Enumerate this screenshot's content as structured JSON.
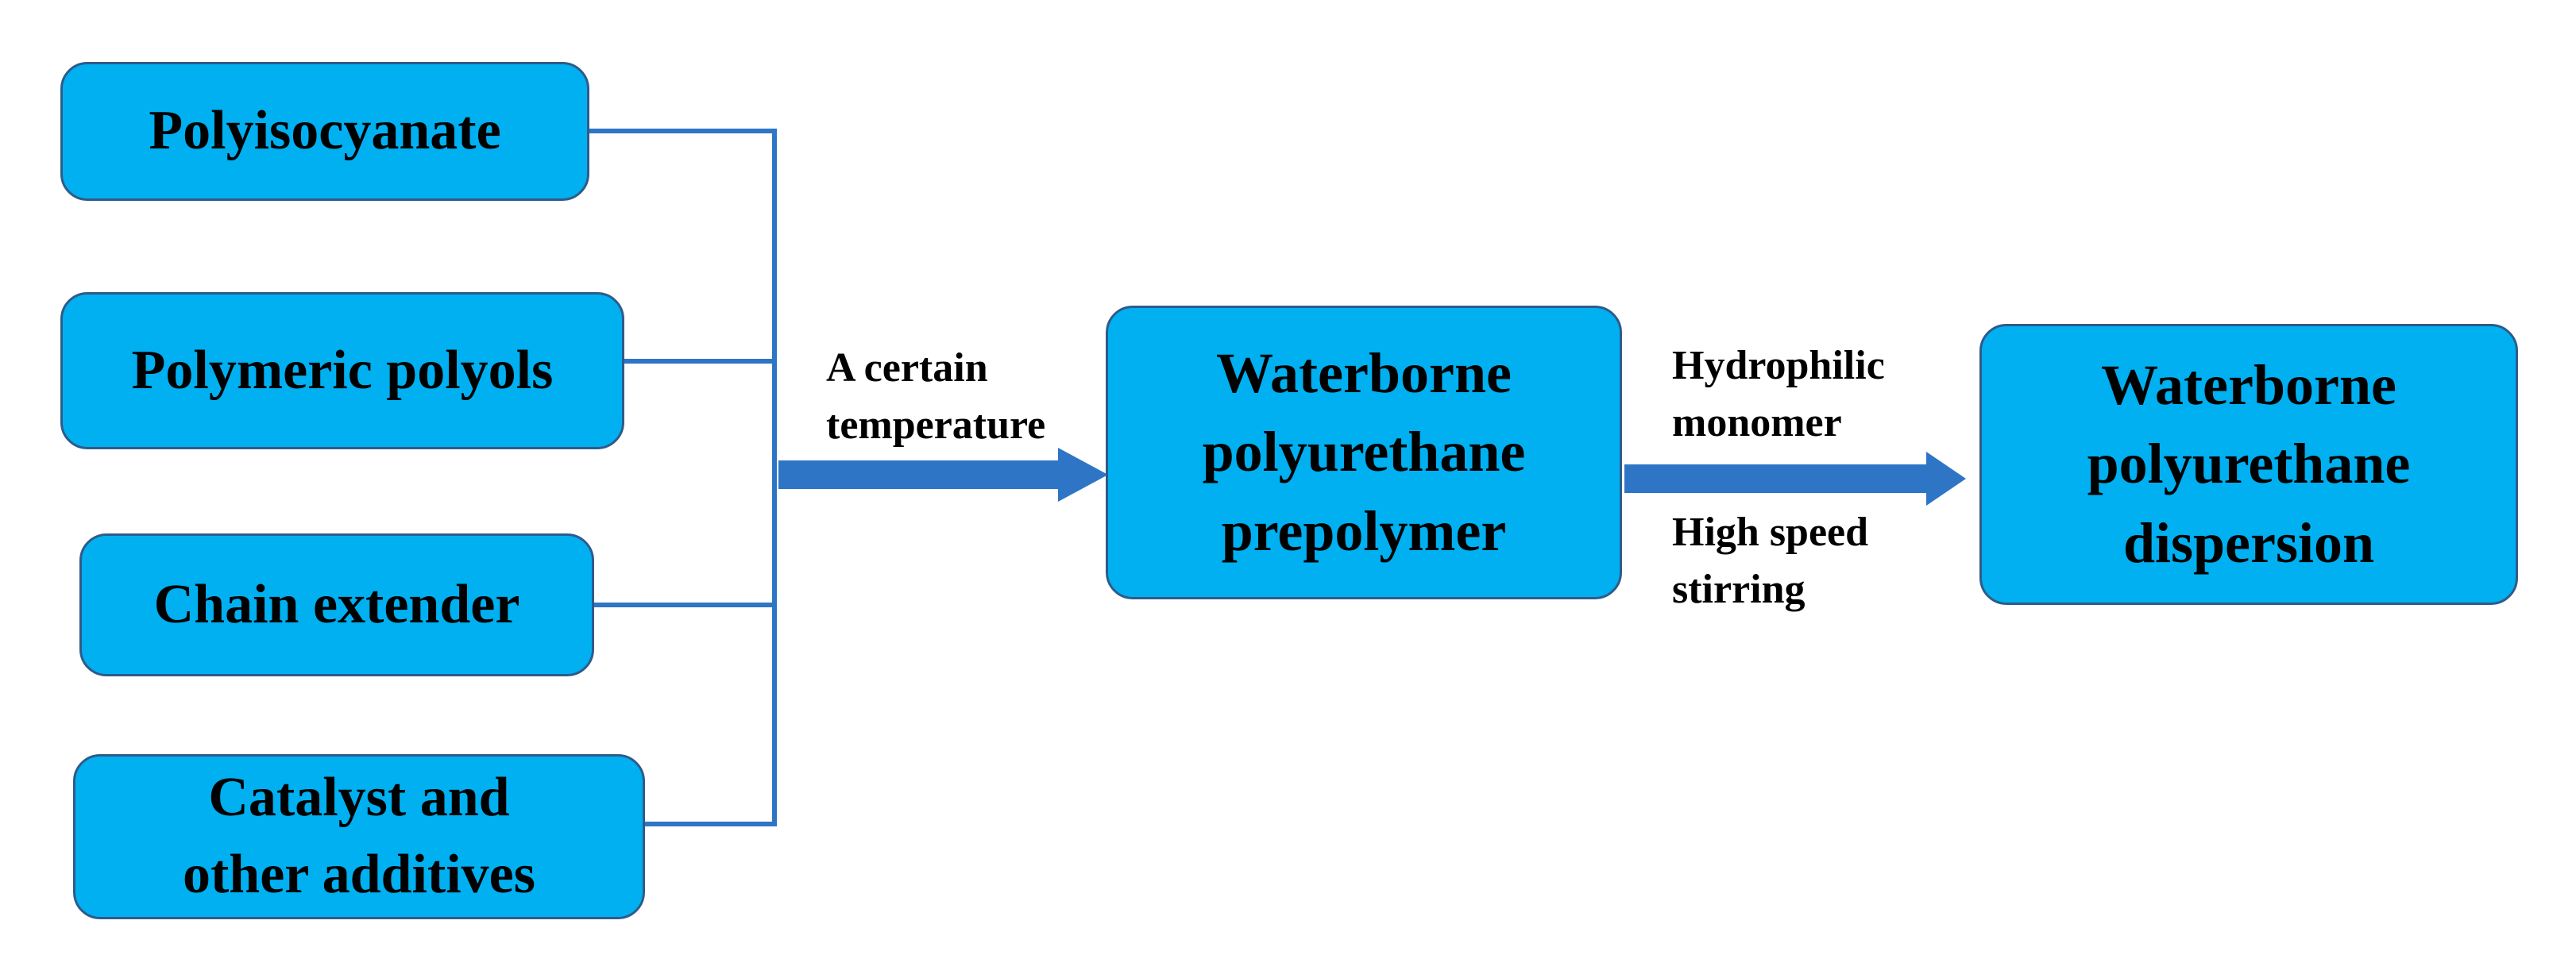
{
  "inputs": [
    {
      "id": "polyisocyanate",
      "lines": [
        "Polyisocyanate"
      ]
    },
    {
      "id": "polymeric-polyols",
      "lines": [
        "Polymeric polyols"
      ]
    },
    {
      "id": "chain-extender",
      "lines": [
        "Chain extender"
      ]
    },
    {
      "id": "catalyst",
      "lines": [
        "Catalyst and",
        "other additives"
      ]
    }
  ],
  "prepolymer": {
    "lines": [
      "Waterborne",
      "polyurethane",
      "prepolymer"
    ]
  },
  "dispersion": {
    "lines": [
      "Waterborne",
      "polyurethane",
      "dispersion"
    ]
  },
  "step1_label": {
    "lines": [
      "A certain",
      "temperature"
    ]
  },
  "step2_label_top": {
    "lines": [
      "Hydrophilic",
      "monomer"
    ]
  },
  "step2_label_bottom": {
    "lines": [
      "High speed",
      "stirring"
    ]
  },
  "colors": {
    "box_fill": "#00B0F0",
    "box_border": "#2E5B8A",
    "connector": "#2E75C6",
    "arrow": "#2E75C6"
  }
}
